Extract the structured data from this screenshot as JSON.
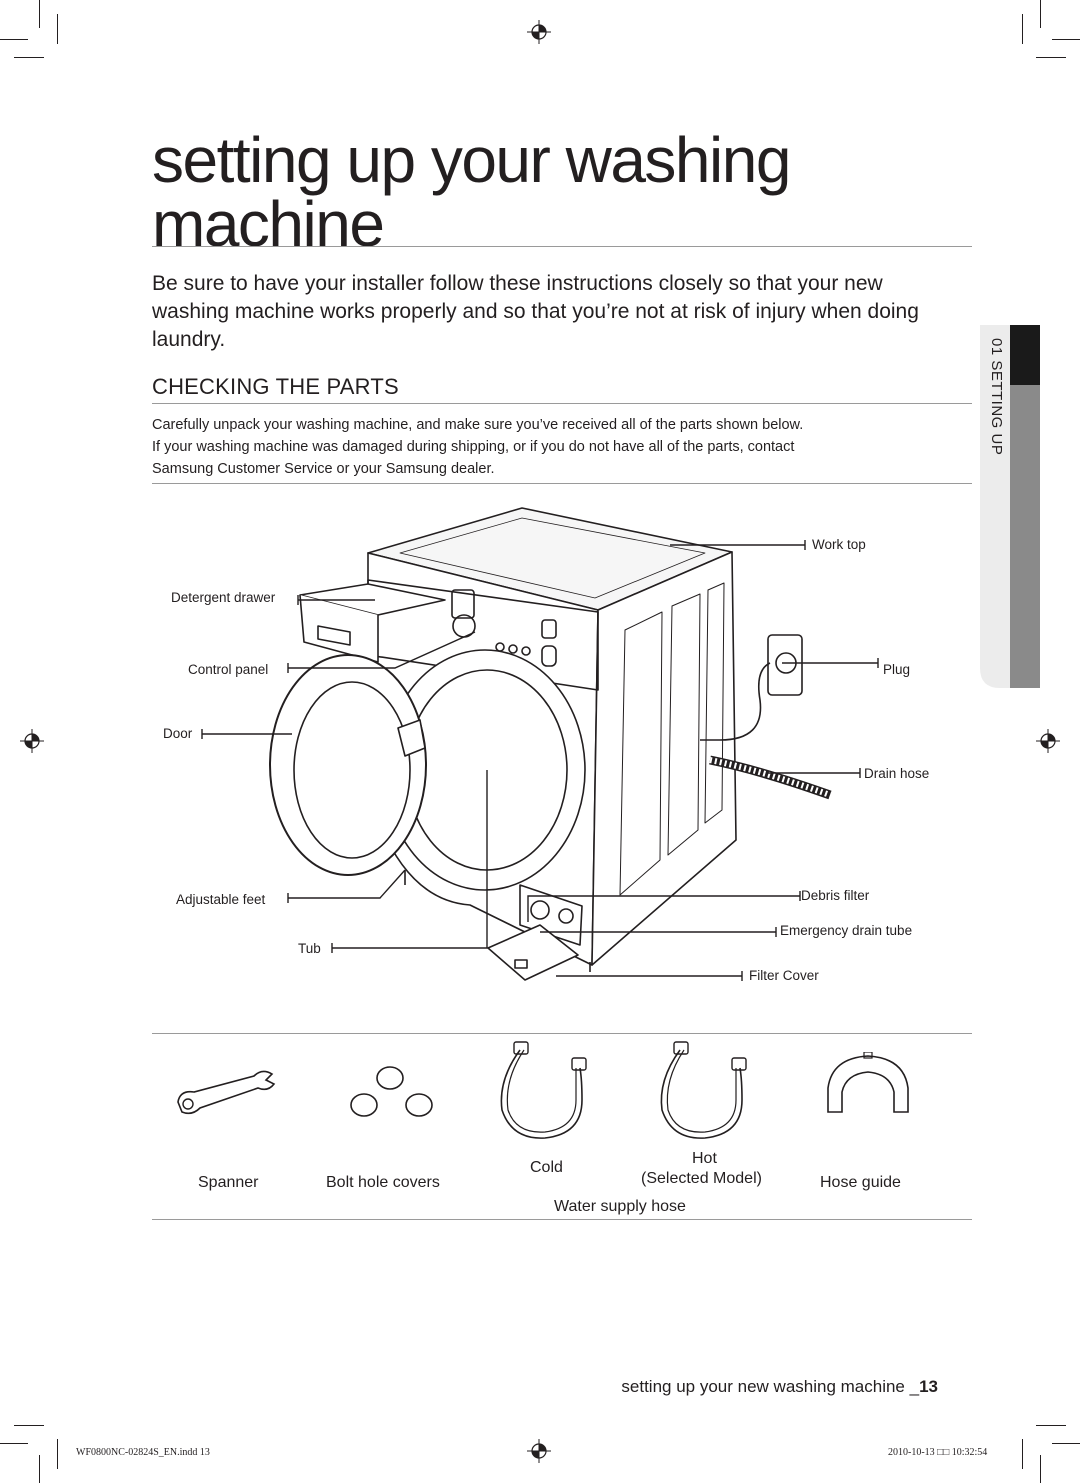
{
  "page": {
    "title": "setting up your washing machine",
    "intro": "Be sure to have your installer follow these instructions closely so that your new washing machine works properly and so that you’re not at risk of injury when doing laundry.",
    "section_heading": "CHECKING THE PARTS",
    "section_body_lines": [
      "Carefully unpack your washing machine, and make sure you’ve received all of the parts shown below.",
      "If your washing machine was damaged during shipping, or if you do not have all of the parts, contact",
      "Samsung Customer Service or your Samsung dealer."
    ]
  },
  "side_tab": {
    "label": "01 SETTING UP",
    "dark_color": "#1a1a1a",
    "light_color": "#ececec"
  },
  "diagram": {
    "labels": {
      "work_top": "Work top",
      "detergent_drawer": "Detergent drawer",
      "control_panel": "Control panel",
      "plug": "Plug",
      "door": "Door",
      "drain_hose": "Drain hose",
      "adjustable_feet": "Adjustable feet",
      "debris_filter": "Debris filter",
      "emergency_drain_tube": "Emergency drain tube",
      "tub": "Tub",
      "filter_cover": "Filter Cover"
    }
  },
  "accessories": {
    "spanner": "Spanner",
    "bolt_hole_covers": "Bolt hole covers",
    "cold": "Cold",
    "hot": "Hot",
    "selected_model": "(Selected Model)",
    "hose_guide": "Hose guide",
    "water_supply_hose": "Water supply hose"
  },
  "footer": {
    "page_label": "setting up your new washing machine _",
    "page_number": "13",
    "slug_file": "WF0800NC-02824S_EN.indd   13",
    "slug_date": "2010-10-13   □□ 10:32:54"
  }
}
